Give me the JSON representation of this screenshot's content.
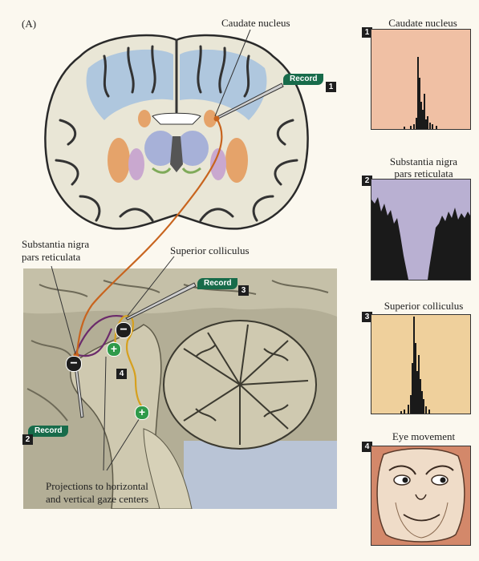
{
  "figure": {
    "panel_letter": "(A)"
  },
  "top_brain": {
    "caudate_label": "Caudate nucleus",
    "record_label": "Record",
    "record_number": "1"
  },
  "bottom_brain": {
    "snr_label_line1": "Substantia nigra",
    "snr_label_line2": "pars reticulata",
    "sc_label": "Superior colliculus",
    "record_sc_label": "Record",
    "record_sc_number": "3",
    "record_snr_label": "Record",
    "record_snr_number": "2",
    "eye_pathway_number": "4",
    "projections_line1": "Projections to horizontal",
    "projections_line2": "and vertical gaze centers",
    "minus_sign": "−",
    "plus_sign": "+"
  },
  "panels": [
    {
      "number": "1",
      "title_line1": "Caudate nucleus",
      "title_line2": "",
      "bg": "#f0c0a4"
    },
    {
      "number": "2",
      "title_line1": "Substantia nigra",
      "title_line2": "pars reticulata",
      "bg": "#b9b0d2"
    },
    {
      "number": "3",
      "title_line1": "Superior colliculus",
      "title_line2": "",
      "bg": "#efd09c"
    },
    {
      "number": "4",
      "title_line1": "Eye movement",
      "title_line2": "",
      "bg": "#f7f1e6"
    }
  ],
  "colors": {
    "caudate_pathway": "#c8641e",
    "snr_pathway": "#6b2a6b",
    "sc_pathway": "#d6a01e",
    "record_green": "#176b4a",
    "inhibit": "#1e1e1e",
    "excite": "#2f9a4a"
  }
}
